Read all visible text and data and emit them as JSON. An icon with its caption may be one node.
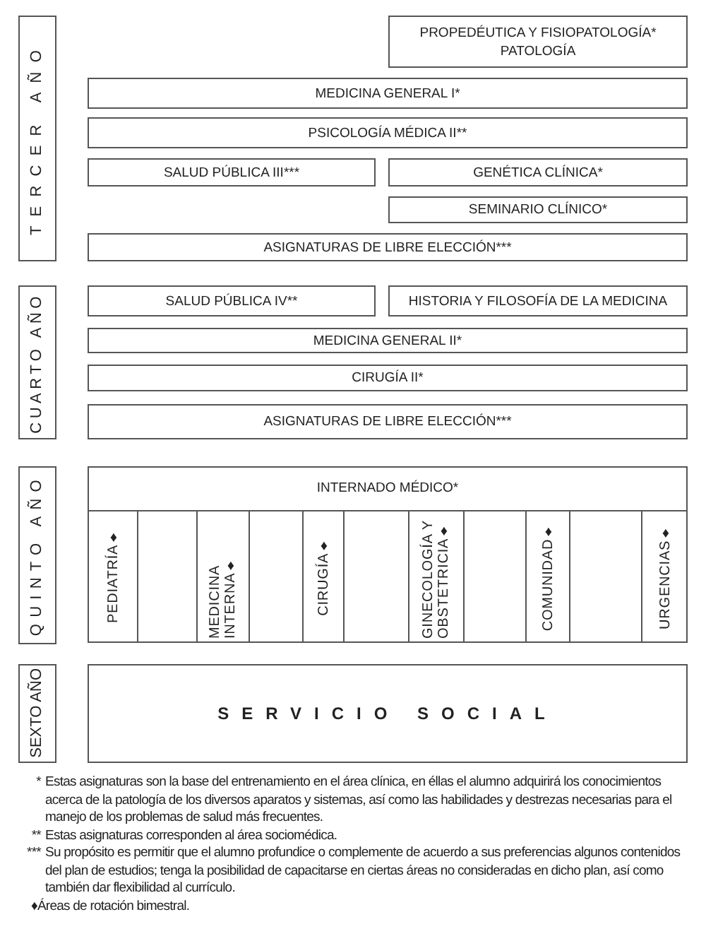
{
  "diagram": {
    "nodes": [
      {
        "text": [
          "TERCER AÑO"
        ]
      },
      {
        "text": [
          "PROPEDÉUTICA Y FISIOPATOLOGÍA*",
          "PATOLOGÍA"
        ]
      },
      {
        "text": [
          "MEDICINA GENERAL I*"
        ]
      },
      {
        "text": [
          "PSICOLOGÍA MÉDICA II**"
        ]
      },
      {
        "text": [
          "SALUD PÚBLICA III***"
        ]
      },
      {
        "text": [
          "GENÉTICA CLÍNICA*"
        ]
      },
      {
        "text": [
          "SEMINARIO CLÍNICO*"
        ]
      },
      {
        "text": [
          "ASIGNATURAS DE LIBRE ELECCIÓN***"
        ]
      },
      {
        "text": [
          "CUARTO AÑO"
        ]
      },
      {
        "text": [
          "SALUD PÚBLICA IV**"
        ]
      },
      {
        "text": [
          "HISTORIA Y FILOSOFÍA DE LA MEDICINA"
        ]
      },
      {
        "text": [
          "MEDICINA GENERAL II*"
        ]
      },
      {
        "text": [
          "CIRUGÍA II*"
        ]
      },
      {
        "text": [
          "ASIGNATURAS DE LIBRE ELECCIÓN***"
        ]
      },
      {
        "text": [
          "QUINTO AÑO"
        ]
      },
      {
        "text": [
          "INTERNADO MÉDICO*"
        ]
      },
      {
        "text": [
          "PEDIATRÍA♦"
        ],
        "in": 15
      },
      {
        "text": [],
        "shape": "box",
        "in": 15
      },
      {
        "text": [
          "MEDICINA INTERNA♦"
        ],
        "in": 15
      },
      {
        "text": [],
        "shape": "box",
        "in": 15
      },
      {
        "text": [
          "CIRUGÍA♦"
        ],
        "in": 15
      },
      {
        "text": [],
        "shape": "box",
        "in": 15
      },
      {
        "text": [
          "GINECOLOGÍA Y OBSTETRICIA♦"
        ],
        "in": 15
      },
      {
        "text": [],
        "shape": "box",
        "in": 15
      },
      {
        "text": [
          "COMUNIDAD♦"
        ],
        "in": 15
      },
      {
        "text": [],
        "shape": "box",
        "in": 15
      },
      {
        "text": [
          "URGENCIAS♦"
        ],
        "in": 15
      },
      {
        "text": [
          "SEXTO AÑO"
        ]
      },
      {
        "text": [
          "SERVICIO SOCIAL"
        ]
      }
    ],
    "labels": [
      "*",
      "Estas asignaturas son la base del entrenamiento en el área clínica, en éllas el alumno adquirirá los conocimientos acerca de la patología de los diversos aparatos y sistemas, así como las habilidades y destrezas necesarias para el manejo de los problemas de salud más frecuentes.",
      "**",
      "Estas asignaturas corresponden al área sociomédica.",
      "***",
      "Su propósito es permitir que el alumno profundice o complemente de acuerdo a sus preferencias algunos contenidos del plan de estudios; tenga la posibilidad de capacitarse en ciertas áreas no consideradas en dicho plan, así como también dar flexibilidad al currículo.",
      "♦Áreas de rotación bimestral."
    ]
  }
}
